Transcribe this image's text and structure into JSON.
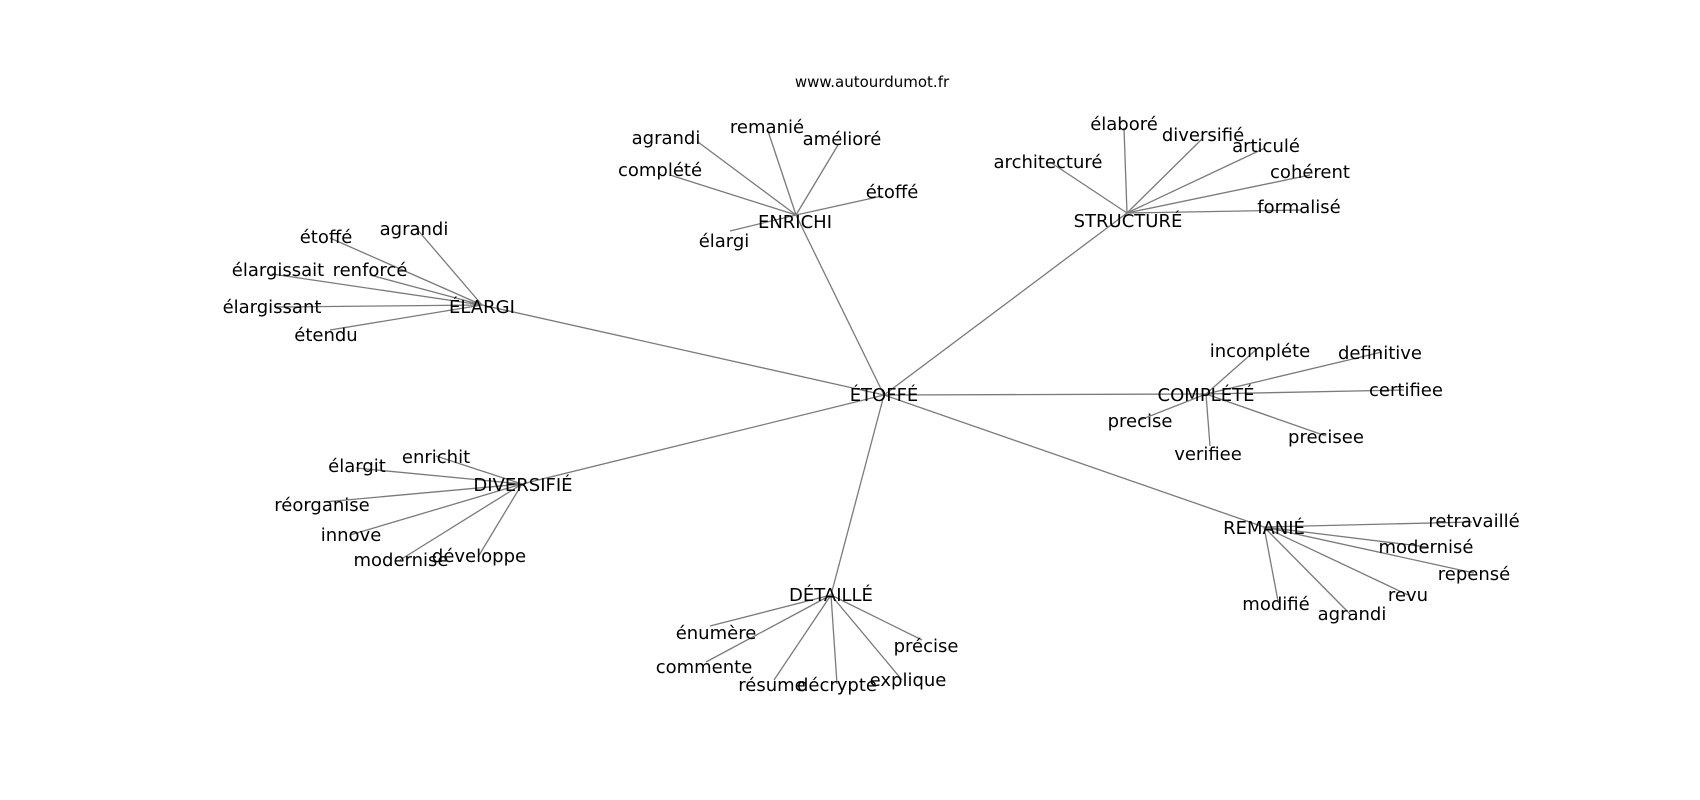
{
  "source_label": "www.autourdumot.fr",
  "center": {
    "label": "ÉTOFFÉ"
  },
  "hubs": [
    {
      "id": "enrichi",
      "label": "ENRICHI",
      "leaves": [
        "agrandi",
        "remanié",
        "amélioré",
        "complété",
        "étoffé",
        "élargi"
      ]
    },
    {
      "id": "structure",
      "label": "STRUCTURÉ",
      "leaves": [
        "élaboré",
        "diversifié",
        "architecturé",
        "articulé",
        "cohérent",
        "formalisé"
      ]
    },
    {
      "id": "elargi",
      "label": "ÉLARGI",
      "leaves": [
        "étoffé",
        "agrandi",
        "élargissait",
        "renforcé",
        "élargissant",
        "étendu"
      ]
    },
    {
      "id": "complete",
      "label": "COMPLÉTÉ",
      "leaves": [
        "incompléte",
        "definitive",
        "certifiee",
        "precise",
        "precisee",
        "verifiee"
      ]
    },
    {
      "id": "diversifie",
      "label": "DIVERSIFIÉ",
      "leaves": [
        "enrichit",
        "élargit",
        "réorganise",
        "innove",
        "modernise",
        "développe"
      ]
    },
    {
      "id": "remanie",
      "label": "REMANIÉ",
      "leaves": [
        "retravaillé",
        "modernisé",
        "repensé",
        "revu",
        "modifié",
        "agrandi"
      ]
    },
    {
      "id": "detaille",
      "label": "DÉTAILLÉ",
      "leaves": [
        "énumère",
        "commente",
        "résume",
        "décrypte",
        "explique",
        "précise"
      ]
    }
  ]
}
